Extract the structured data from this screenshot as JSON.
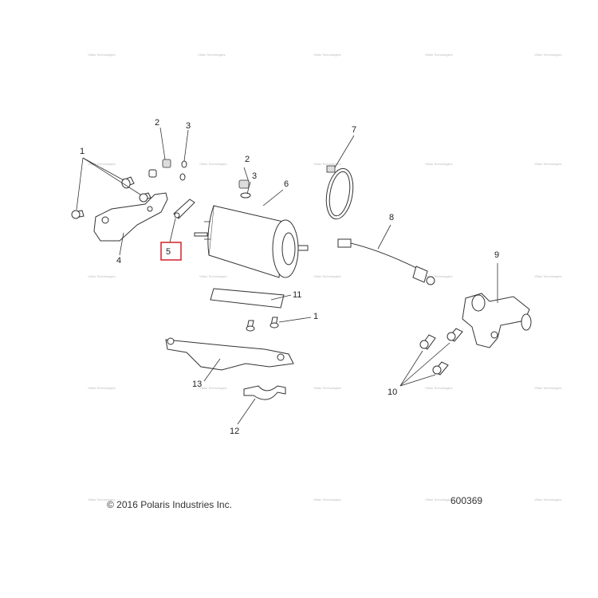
{
  "callouts": {
    "c1a": "1",
    "c2a": "2",
    "c3a": "3",
    "c4": "4",
    "c5": "5",
    "c2b": "2",
    "c3b": "3",
    "c6": "6",
    "c7": "7",
    "c8": "8",
    "c9": "9",
    "c11": "11",
    "c1b": "1",
    "c13": "13",
    "c12": "12",
    "c10": "10"
  },
  "footer": {
    "copyright": "© 2016 Polaris Industries Inc.",
    "drawing_number": "600369"
  },
  "watermark": {
    "text": "VMax Technologies"
  },
  "colors": {
    "highlight_box": "#d0202a",
    "line": "#333333"
  }
}
